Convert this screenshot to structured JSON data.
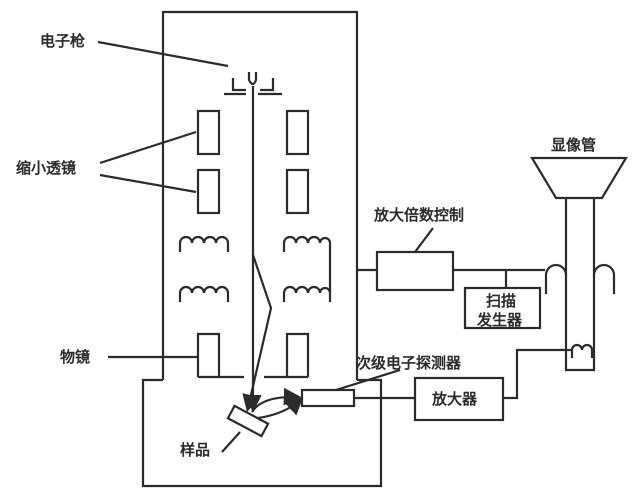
{
  "diagram": {
    "title": "",
    "labels": {
      "electron_gun": "电子枪",
      "condenser_lens": "缩小透镜",
      "objective_lens": "物镜",
      "sample": "样品",
      "magnification_control": "放大倍数控制",
      "scan_generator_line1": "扫描",
      "scan_generator_line2": "发生器",
      "crt": "显像管",
      "secondary_detector": "次级电子探测器",
      "amplifier": "放大器"
    },
    "colors": {
      "line": "#2b2b2b",
      "background": "#ffffff"
    }
  }
}
